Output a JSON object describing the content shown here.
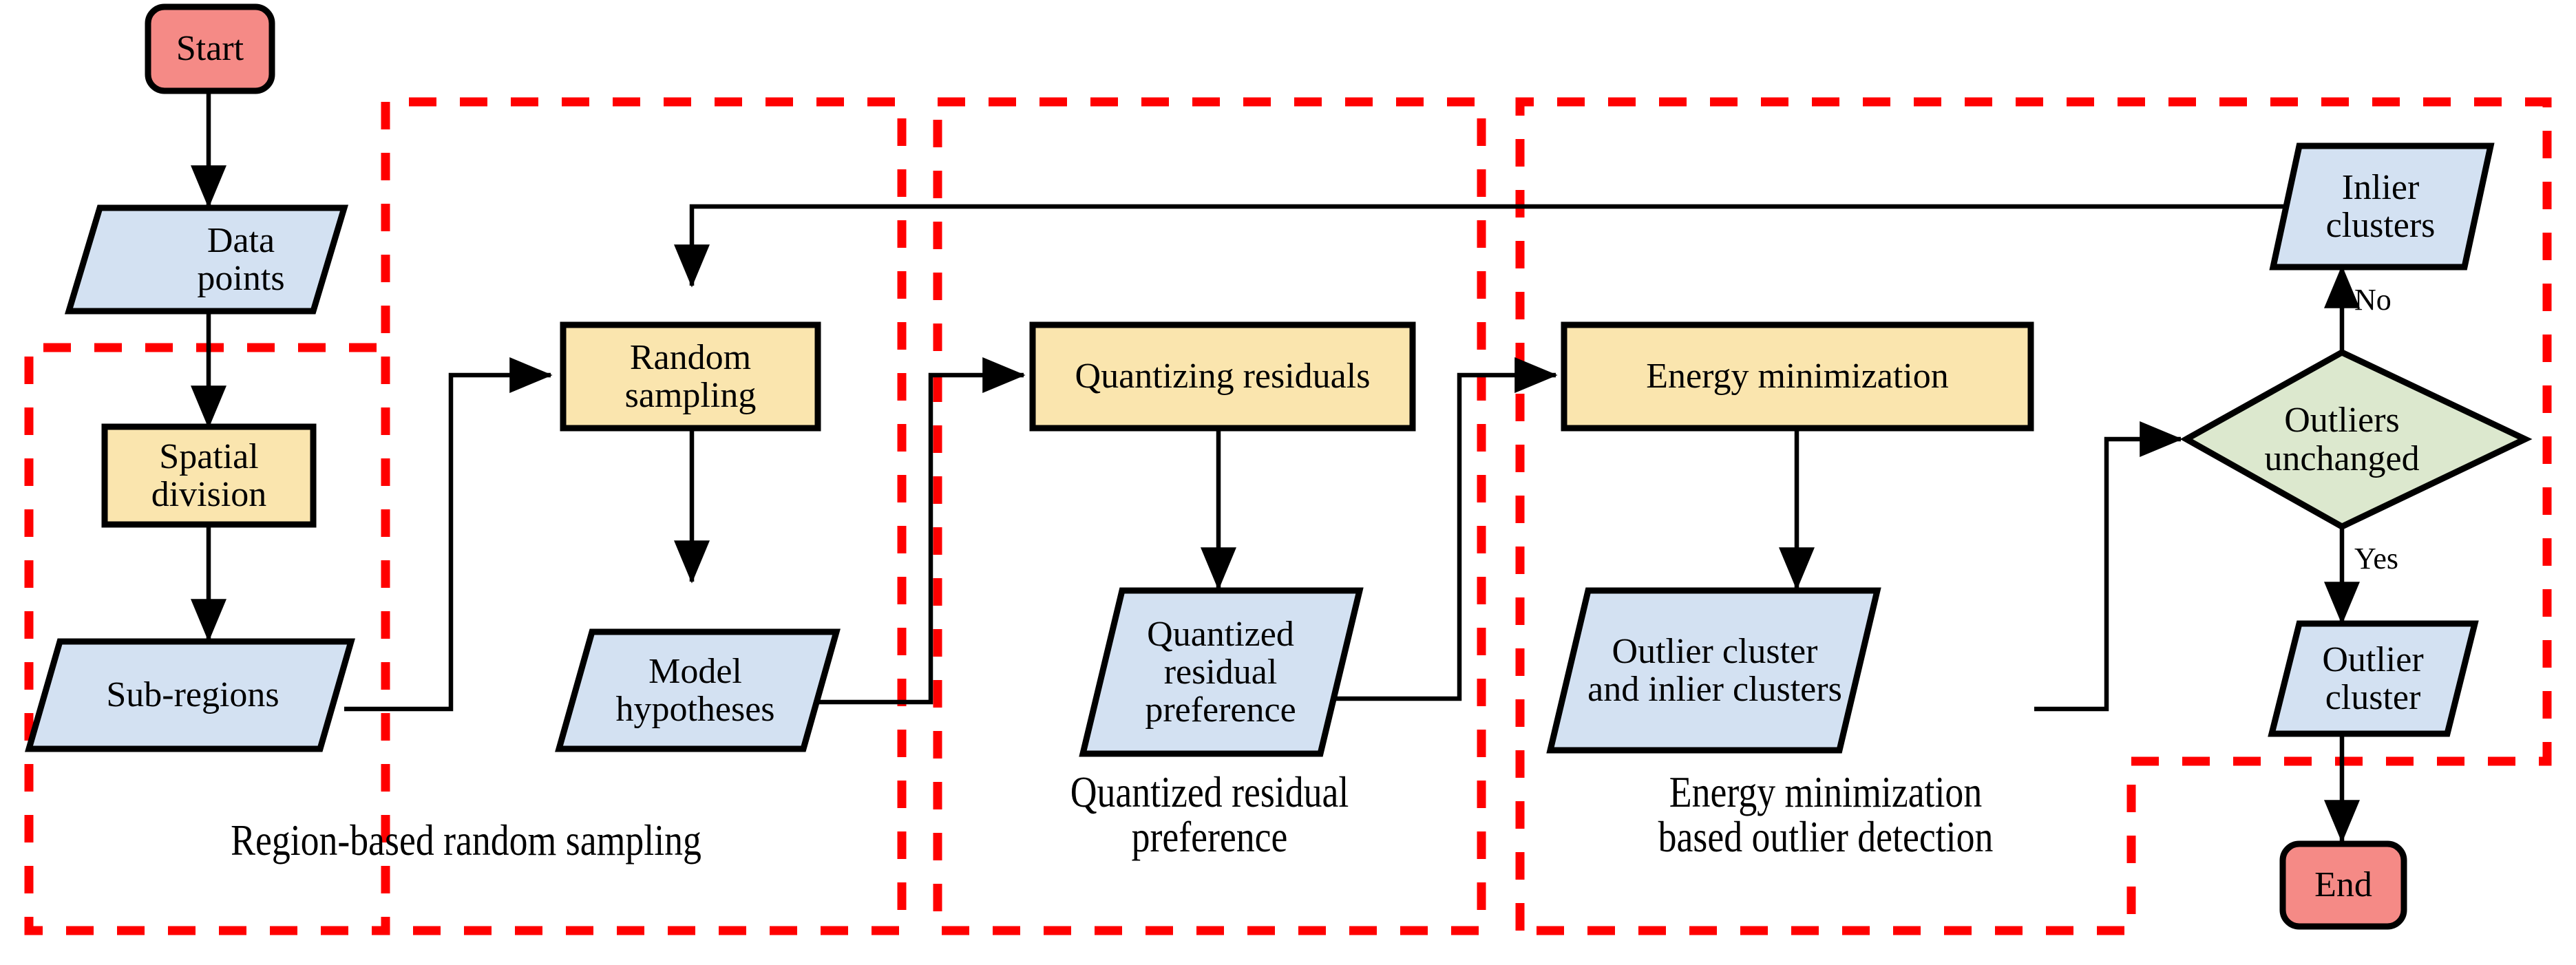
{
  "diagram": {
    "title": "Region-based random sampling with quantized residual preference and energy minimization based outlier detection flowchart",
    "colors": {
      "terminator_fill": "#F58A86",
      "process_fill": "#FAE5AE",
      "data_fill": "#D3E1F2",
      "decision_fill": "#DCE8CE",
      "stroke": "#000000",
      "group_border": "#FF0000",
      "background": "#FFFFFF"
    },
    "nodes": [
      {
        "id": "start",
        "label": "Start",
        "shape": "terminator"
      },
      {
        "id": "data_points",
        "label": "Data\npoints",
        "shape": "data"
      },
      {
        "id": "spatial_div",
        "label": "Spatial\ndivision",
        "shape": "process"
      },
      {
        "id": "sub_regions",
        "label": "Sub-regions",
        "shape": "data"
      },
      {
        "id": "random_sampling",
        "label": "Random\nsampling",
        "shape": "process"
      },
      {
        "id": "model_hyp",
        "label": "Model\nhypotheses",
        "shape": "data"
      },
      {
        "id": "quant_res",
        "label": "Quantizing residuals",
        "shape": "process"
      },
      {
        "id": "quant_pref",
        "label": "Quantized\nresidual\npreference",
        "shape": "data"
      },
      {
        "id": "energy_min",
        "label": "Energy minimization",
        "shape": "process"
      },
      {
        "id": "out_in_clusters",
        "label": "Outlier cluster\nand inlier clusters",
        "shape": "data"
      },
      {
        "id": "outliers_unch",
        "label": "Outliers\nunchanged",
        "shape": "decision"
      },
      {
        "id": "inlier_clusters",
        "label": "Inlier\nclusters",
        "shape": "data"
      },
      {
        "id": "outlier_cluster",
        "label": "Outlier\ncluster",
        "shape": "data"
      },
      {
        "id": "end",
        "label": "End",
        "shape": "terminator"
      }
    ],
    "edges": [
      {
        "from": "start",
        "to": "data_points",
        "label": ""
      },
      {
        "from": "data_points",
        "to": "spatial_div",
        "label": ""
      },
      {
        "from": "spatial_div",
        "to": "sub_regions",
        "label": ""
      },
      {
        "from": "sub_regions",
        "to": "random_sampling",
        "label": ""
      },
      {
        "from": "random_sampling",
        "to": "model_hyp",
        "label": ""
      },
      {
        "from": "model_hyp",
        "to": "quant_res",
        "label": ""
      },
      {
        "from": "quant_res",
        "to": "quant_pref",
        "label": ""
      },
      {
        "from": "quant_pref",
        "to": "energy_min",
        "label": ""
      },
      {
        "from": "energy_min",
        "to": "out_in_clusters",
        "label": ""
      },
      {
        "from": "out_in_clusters",
        "to": "outliers_unch",
        "label": ""
      },
      {
        "from": "outliers_unch",
        "to": "inlier_clusters",
        "label": "No"
      },
      {
        "from": "outliers_unch",
        "to": "outlier_cluster",
        "label": "Yes"
      },
      {
        "from": "inlier_clusters",
        "to": "random_sampling",
        "label": ""
      },
      {
        "from": "outlier_cluster",
        "to": "end",
        "label": ""
      }
    ],
    "edge_labels": {
      "no": "No",
      "yes": "Yes"
    },
    "groups": [
      {
        "id": "g1",
        "label": "Region-based random sampling"
      },
      {
        "id": "g2",
        "label": "Quantized residual\npreference"
      },
      {
        "id": "g3",
        "label": "Energy minimization\nbased outlier detection"
      }
    ]
  }
}
